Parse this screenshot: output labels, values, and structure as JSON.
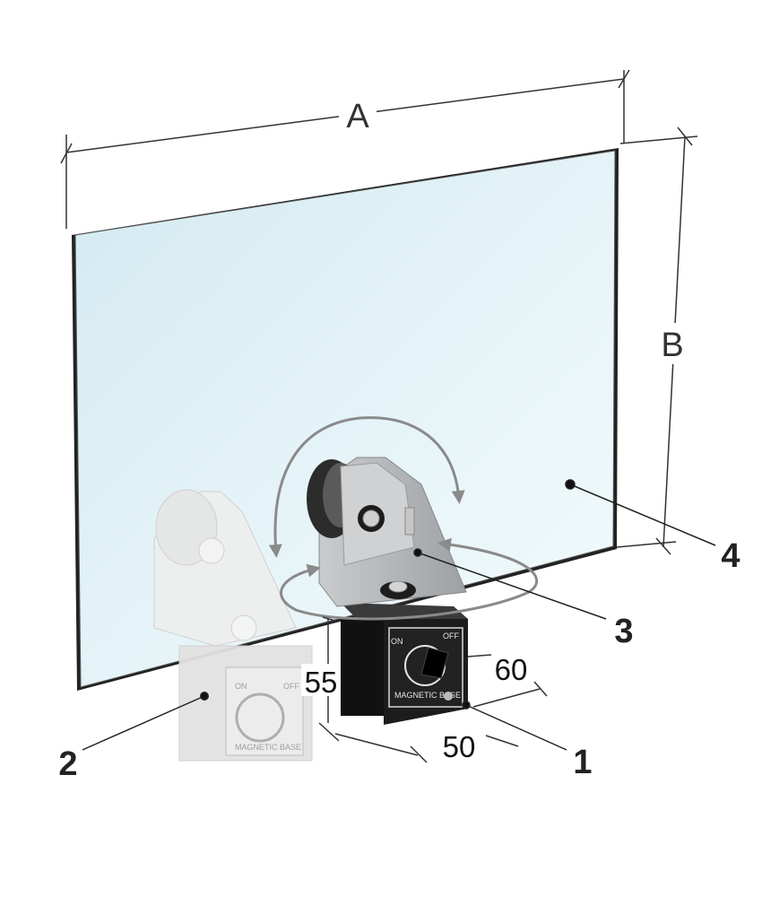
{
  "dimensions": {
    "width_label": "A",
    "height_label": "B",
    "base_height": "55",
    "base_width": "50",
    "base_depth": "60"
  },
  "callouts": [
    "1",
    "2",
    "3",
    "4"
  ],
  "base_front": {
    "on_label": "ON",
    "off_label": "OFF",
    "brand_label": "MAGNETIC BASE",
    "brand_label_dark": "MAGNETIC BASE"
  },
  "colors": {
    "panel_fill": "#dff0f5",
    "panel_edge": "#2a2a2a",
    "bracket": "#b5b8bb",
    "magnet_base_dark": "#1c1c1c",
    "ghost": "#e4e4e4",
    "arrows": "#8a8a8a"
  },
  "icons": [
    "rotation-arrow-icon",
    "magnetic-switch-dial-icon",
    "bolt-icon"
  ]
}
